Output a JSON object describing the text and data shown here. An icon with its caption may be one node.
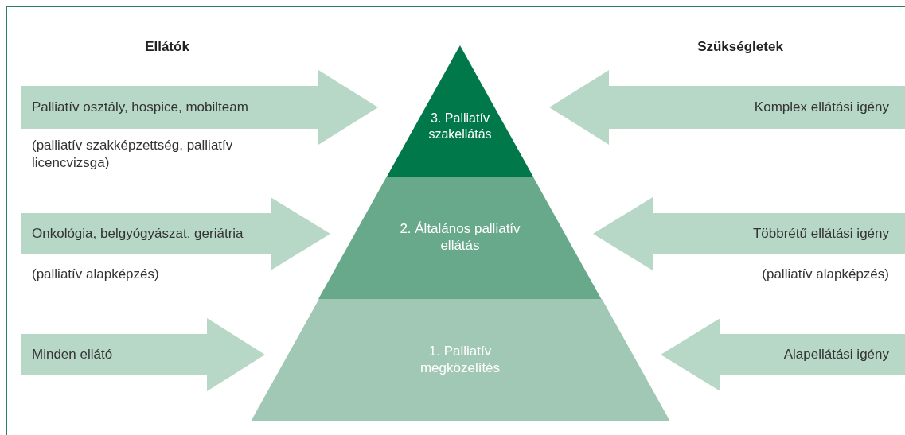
{
  "diagram": {
    "nodes": [
      {
        "text": [
          "Palliatív osztály, hospice, mobilteam"
        ],
        "beside": [
          "(palliatív szakképzettség, palliatív licencvizsga)"
        ]
      },
      {
        "text": [
          "3. Palliatív szakellátás"
        ]
      },
      {
        "text": [
          "Komplex ellátási igény"
        ]
      },
      {
        "text": [
          "Onkológia, belgyógyászat, geriátria"
        ],
        "beside": [
          "(palliatív alapképzés)"
        ]
      },
      {
        "text": [
          "2. Általános palliatív ellátás"
        ]
      },
      {
        "text": [
          "Többrétű ellátási igény"
        ],
        "beside": [
          "(palliatív alapképzés)"
        ]
      },
      {
        "text": [
          "Minden ellátó"
        ]
      },
      {
        "text": [
          "1. Palliatív megközelítés"
        ]
      },
      {
        "text": [
          "Alapellátási igény"
        ]
      }
    ],
    "labels": [
      "Ellátók",
      "Szükségletek"
    ]
  }
}
